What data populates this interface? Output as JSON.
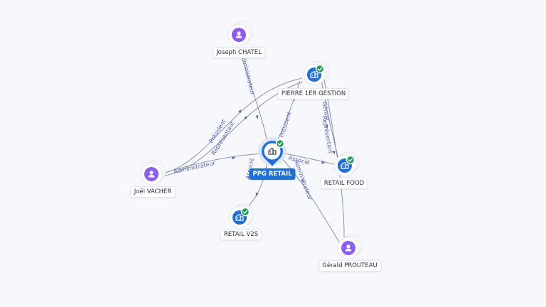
{
  "colors": {
    "person": "#8b5cf6",
    "company": "#1d6fe0",
    "check": "#1a9d52",
    "edge": "#8a93a8",
    "edge_label": "#5a63b8",
    "background": "#f6f8fc"
  },
  "nodes": [
    {
      "id": "joseph",
      "label": "Joseph CHATEL",
      "kind": "person",
      "verified": false
    },
    {
      "id": "pierre",
      "label": "PIERRE 1ER GESTION",
      "kind": "company",
      "verified": true
    },
    {
      "id": "joel",
      "label": "Joël VACHER",
      "kind": "person",
      "verified": false
    },
    {
      "id": "ppg",
      "label": "PPG RETAIL",
      "kind": "center",
      "verified": true
    },
    {
      "id": "food",
      "label": "RETAIL FOOD",
      "kind": "company",
      "verified": true
    },
    {
      "id": "v2s",
      "label": "RETAIL V2S",
      "kind": "company",
      "verified": true
    },
    {
      "id": "gerald",
      "label": "Gérald PROUTEAU",
      "kind": "person",
      "verified": false
    }
  ],
  "edges": [
    {
      "id": "joseph-ppg",
      "label": "Administrateur"
    },
    {
      "id": "joel-pierre",
      "label": "Président"
    },
    {
      "id": "joel-pierre-rep",
      "label": "Représentant"
    },
    {
      "id": "joel-ppg",
      "label": "Administrateur"
    },
    {
      "id": "pierre-ppg",
      "label": "Président"
    },
    {
      "id": "pierre-food",
      "label": "Gérant"
    },
    {
      "id": "pierre-gerald",
      "label": "Représentant"
    },
    {
      "id": "ppg-food",
      "label": "Associé"
    },
    {
      "id": "ppg-v2s",
      "label": "Associé"
    },
    {
      "id": "ppg-gerald",
      "label": "Administrateur"
    }
  ]
}
